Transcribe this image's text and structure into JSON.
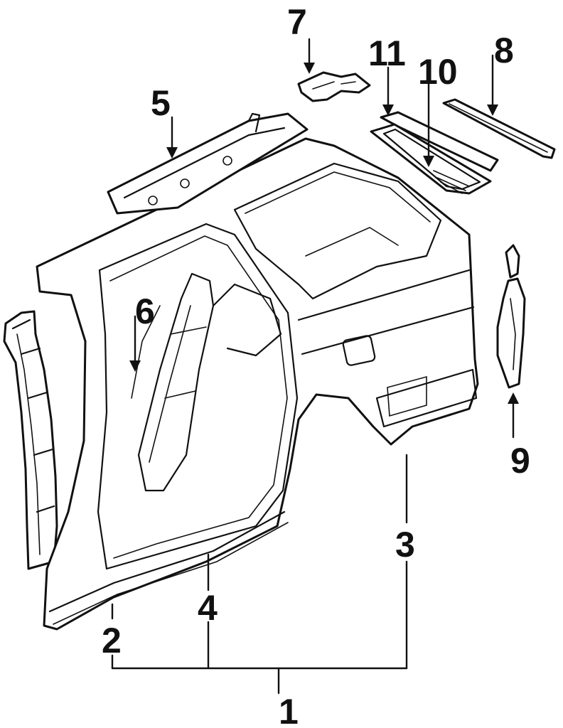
{
  "diagram": {
    "callouts": [
      {
        "id": "1",
        "label": "1"
      },
      {
        "id": "2",
        "label": "2"
      },
      {
        "id": "3",
        "label": "3"
      },
      {
        "id": "4",
        "label": "4"
      },
      {
        "id": "5",
        "label": "5"
      },
      {
        "id": "6",
        "label": "6"
      },
      {
        "id": "7",
        "label": "7"
      },
      {
        "id": "8",
        "label": "8"
      },
      {
        "id": "9",
        "label": "9"
      },
      {
        "id": "10",
        "label": "10"
      },
      {
        "id": "11",
        "label": "11"
      }
    ]
  }
}
